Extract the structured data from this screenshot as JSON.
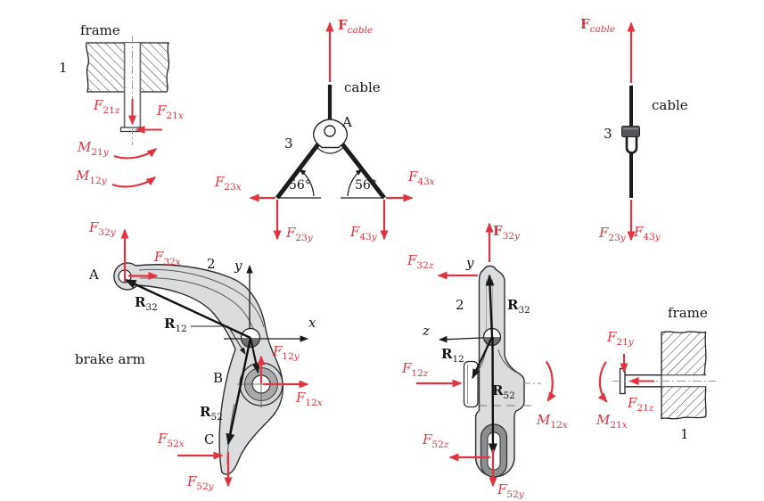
{
  "colors": {
    "force_red": "#e13440",
    "metal_light_gray": "#dbdcde",
    "hub_gray": "#a8a9ab",
    "pin_dark_gray": "#6f7073",
    "line_black": "#1f1f1f"
  },
  "top_left_pin": {
    "frame_label": "frame",
    "link_number": "1",
    "forces": {
      "f21z": {
        "base": "F",
        "sub": "21z"
      },
      "f21x": {
        "base": "F",
        "sub": "21x"
      }
    },
    "moments": {
      "m21y": {
        "base": "M",
        "sub": "21y"
      },
      "m12y": {
        "base": "M",
        "sub": "12y"
      }
    }
  },
  "cable_yoke": {
    "cable_force": {
      "base": "F",
      "sub": "cable"
    },
    "cable_label": "cable",
    "joint_label": "A",
    "link_number": "3",
    "angle_left": "56°",
    "angle_right": "56°",
    "forces": {
      "f23x": {
        "base": "F",
        "sub": "23x"
      },
      "f23y": {
        "base": "F",
        "sub": "23y"
      },
      "f43x": {
        "base": "F",
        "sub": "43x"
      },
      "f43y": {
        "base": "F",
        "sub": "43y"
      }
    }
  },
  "cable_edge": {
    "cable_force": {
      "base": "F",
      "sub": "cable"
    },
    "cable_label": "cable",
    "link_number": "3",
    "forces": {
      "f23y": {
        "base": "F",
        "sub": "23y"
      },
      "f43y": {
        "base": "F",
        "sub": "43y"
      }
    }
  },
  "brake_arm_front": {
    "name": "brake arm",
    "link_number": "2",
    "points": {
      "a": "A",
      "b": "B",
      "c": "C"
    },
    "axes": {
      "x": "x",
      "y": "y"
    },
    "position_vectors": {
      "r32": {
        "base": "R",
        "sub": "32"
      },
      "r12": {
        "base": "R",
        "sub": "12"
      },
      "r52": {
        "base": "R",
        "sub": "52"
      }
    },
    "forces": {
      "f32y": {
        "base": "F",
        "sub": "32y"
      },
      "f32x": {
        "base": "F",
        "sub": "32x"
      },
      "f12y": {
        "base": "F",
        "sub": "12y"
      },
      "f12x": {
        "base": "F",
        "sub": "12x"
      },
      "f52x": {
        "base": "F",
        "sub": "52x"
      },
      "f52y": {
        "base": "F",
        "sub": "52y"
      }
    }
  },
  "brake_arm_side": {
    "link_number": "2",
    "axes": {
      "y": "y",
      "z": "z"
    },
    "position_vectors": {
      "r32": {
        "base": "R",
        "sub": "32"
      },
      "r12": {
        "base": "R",
        "sub": "12"
      },
      "r52": {
        "base": "R",
        "sub": "52"
      }
    },
    "forces": {
      "f32y": {
        "base": "F",
        "sub": "32y"
      },
      "f32z": {
        "base": "F",
        "sub": "32z"
      },
      "f12z": {
        "base": "F",
        "sub": "12z"
      },
      "f52z": {
        "base": "F",
        "sub": "52z"
      },
      "f52y": {
        "base": "F",
        "sub": "52y"
      }
    },
    "moment": {
      "m12x": {
        "base": "M",
        "sub": "12x"
      }
    }
  },
  "frame_pin_side": {
    "frame_label": "frame",
    "link_number": "1",
    "forces": {
      "f21y": {
        "base": "F",
        "sub": "21y"
      },
      "f21z": {
        "base": "F",
        "sub": "21z"
      }
    },
    "moment": {
      "m21x": {
        "base": "M",
        "sub": "21x"
      }
    }
  }
}
